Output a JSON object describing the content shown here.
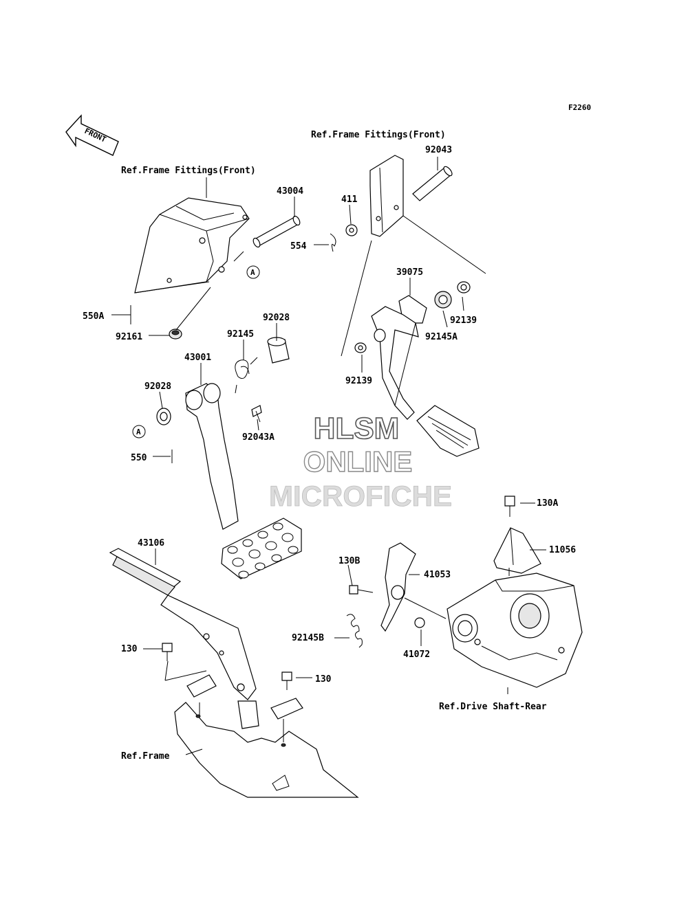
{
  "figure_code": "F2260",
  "front_arrow_label": "FRONT",
  "watermark": {
    "line1": "HLSM",
    "line2": "ONLINE",
    "line3": "MICROFICHE"
  },
  "references": {
    "frame_fittings_left": "Ref.Frame Fittings(Front)",
    "frame_fittings_right": "Ref.Frame Fittings(Front)",
    "drive_shaft": "Ref.Drive Shaft-Rear",
    "frame": "Ref.Frame"
  },
  "callouts": {
    "a1": "A",
    "a2": "A"
  },
  "parts": {
    "p43004": "43004",
    "p554": "554",
    "p550A": "550A",
    "p92161": "92161",
    "p92028_top": "92028",
    "p92145": "92145",
    "p43001": "43001",
    "p92028_left": "92028",
    "p92043A": "92043A",
    "p550": "550",
    "p92043": "92043",
    "p411": "411",
    "p39075": "39075",
    "p92139_right": "92139",
    "p92145A": "92145A",
    "p92139_left": "92139",
    "p130A": "130A",
    "p11056": "11056",
    "p43106": "43106",
    "p130B": "130B",
    "p41053": "41053",
    "p92145B": "92145B",
    "p41072": "41072",
    "p130_left": "130",
    "p130_right": "130"
  }
}
